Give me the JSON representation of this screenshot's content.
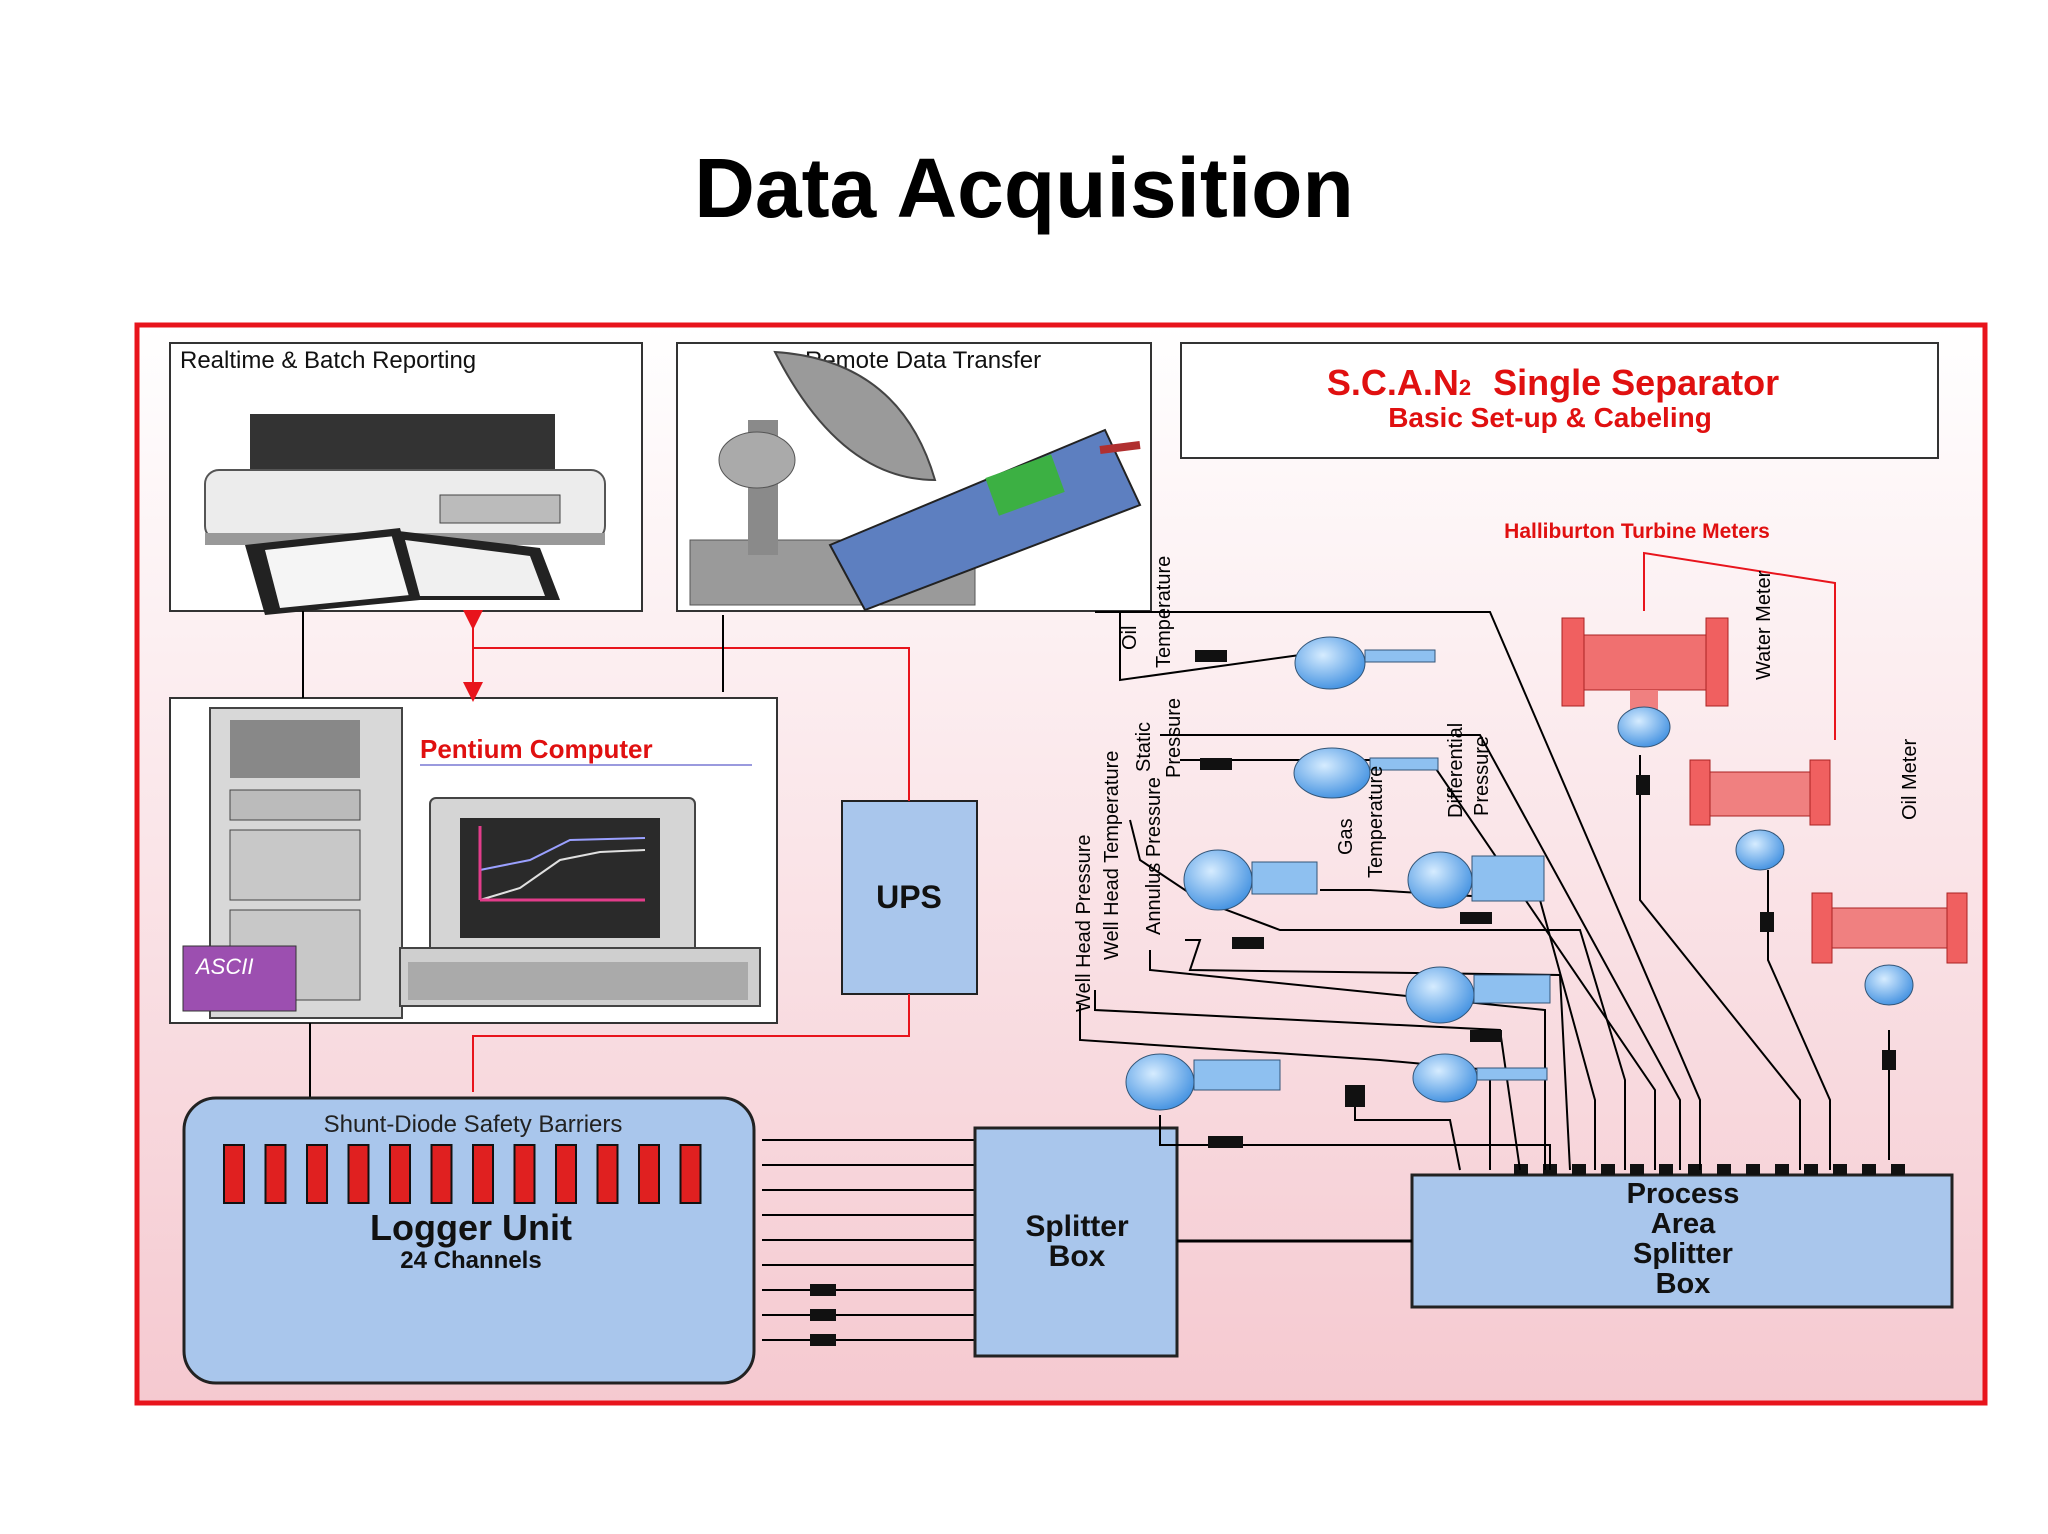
{
  "slide": {
    "title": "Data Acquisition"
  },
  "header": {
    "title_main": "S.C.A.N",
    "title_sub2": "2",
    "title_rest": "Single Separator",
    "subtitle": "Basic Set-up & Cabeling"
  },
  "panels": {
    "reporting": "Realtime & Batch Reporting",
    "remote": "Remote Data Transfer",
    "computer": "Pentium Computer",
    "ascii": "ASCII"
  },
  "units": {
    "ups": "UPS",
    "barriers": "Shunt-Diode Safety Barriers",
    "logger": "Logger Unit",
    "channels": "24 Channels",
    "splitter_1": "Splitter",
    "splitter_2": "Box",
    "process_1": "Process",
    "process_2": "Area",
    "process_3": "Splitter",
    "process_4": "Box"
  },
  "turbines": {
    "heading": "Halliburton Turbine Meters",
    "water": "Water Meter",
    "oil": "Oil Meter"
  },
  "sensors": {
    "oil_temp_1": "Oil",
    "oil_temp_2": "Temperature",
    "static_1": "Static",
    "static_2": "Pressure",
    "diff_1": "Differential",
    "diff_2": "Pressure",
    "gas_1": "Gas",
    "gas_2": "Temperature",
    "annulus": "Annulus Pressure",
    "wh_temp": "Well Head Temperature",
    "wh_press": "Well Head Pressure"
  },
  "colors": {
    "frame_red": "#e8141c",
    "bg_pink": "#f7d7dc",
    "unit_blue": "#a9c6ec",
    "barrier_red": "#e02020",
    "turbine_red": "#f06060",
    "title_red": "#e01010"
  }
}
